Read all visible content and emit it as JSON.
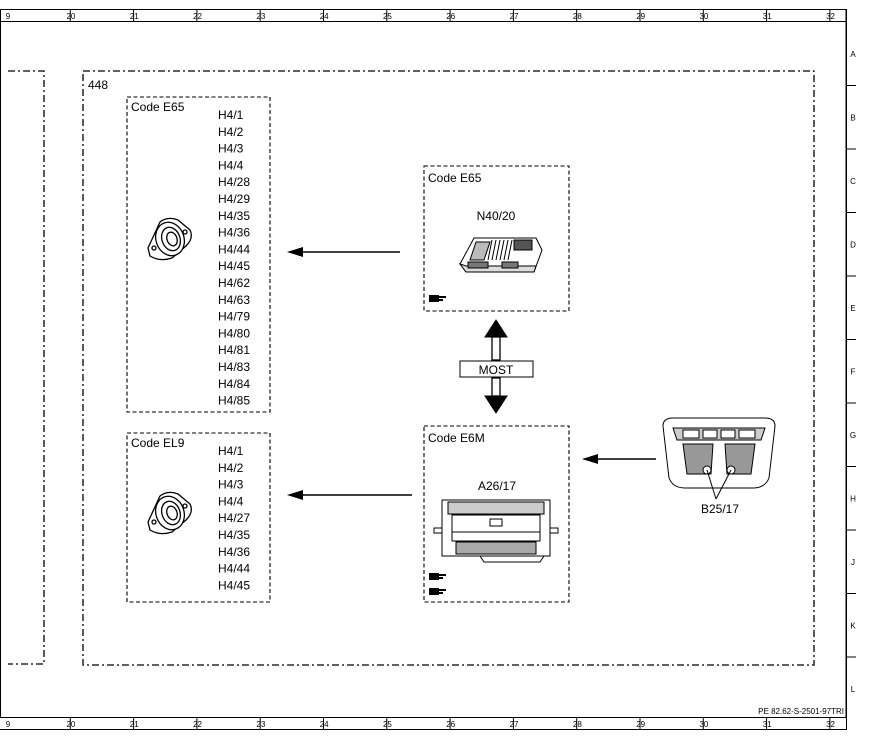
{
  "grid": {
    "columns": [
      "9",
      "20",
      "21",
      "22",
      "23",
      "24",
      "25",
      "26",
      "27",
      "28",
      "29",
      "30",
      "31",
      "32"
    ],
    "rows": [
      "A",
      "B",
      "C",
      "D",
      "E",
      "F",
      "G",
      "H",
      "J",
      "K",
      "L"
    ]
  },
  "group": {
    "id": "448"
  },
  "speaker_box_top": {
    "code": "Code E65",
    "items": [
      "H4/1",
      "H4/2",
      "H4/3",
      "H4/4",
      "H4/28",
      "H4/29",
      "H4/35",
      "H4/36",
      "H4/44",
      "H4/45",
      "H4/62",
      "H4/63",
      "H4/79",
      "H4/80",
      "H4/81",
      "H4/83",
      "H4/84",
      "H4/85"
    ]
  },
  "speaker_box_bottom": {
    "code": "Code EL9",
    "items": [
      "H4/1",
      "H4/2",
      "H4/3",
      "H4/4",
      "H4/27",
      "H4/35",
      "H4/36",
      "H4/44",
      "H4/45"
    ]
  },
  "module_top": {
    "code": "Code E65",
    "part": "N40/20"
  },
  "module_bottom": {
    "code": "Code E6M",
    "part": "A26/17"
  },
  "bus": {
    "label": "MOST"
  },
  "overhead": {
    "part": "B25/17"
  },
  "reference": "PE 82.62-S-2501-97TRI",
  "icons": {
    "reference_hand": "pointing-hand-icon"
  }
}
